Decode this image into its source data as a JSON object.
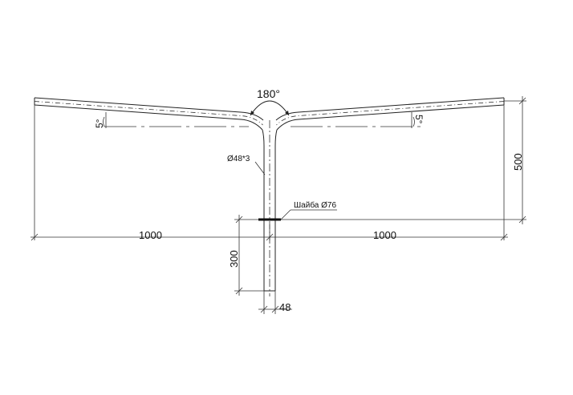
{
  "drawing": {
    "angle_label": "180°",
    "pipe_label": "Ø48*3",
    "washer_label": "Шайба Ø76",
    "tilt_left_label": "5°",
    "tilt_right_label": "5°",
    "dim_left_arm": "1000",
    "dim_right_arm": "1000",
    "dim_height": "500",
    "dim_embed": "300",
    "dim_width": "48"
  },
  "colors": {
    "line": "#222222",
    "background": "#ffffff"
  }
}
